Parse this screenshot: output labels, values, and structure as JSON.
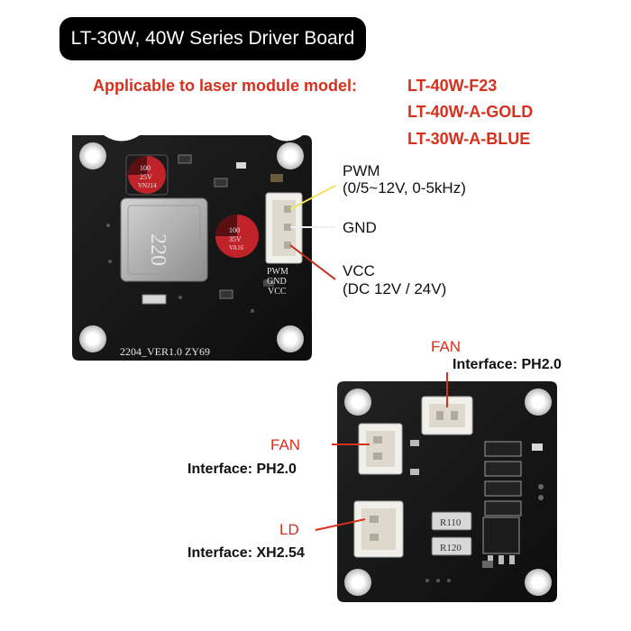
{
  "title": "LT-30W, 40W Series Driver Board",
  "applicable": {
    "prefix": "Applicable to laser module model:",
    "models": [
      "LT-40W-F23",
      "LT-40W-A-GOLD",
      "LT-30W-A-BLUE"
    ]
  },
  "front_labels": {
    "pwm": {
      "name": "PWM",
      "spec": "(0/5~12V, 0-5kHz)"
    },
    "gnd": {
      "name": "GND"
    },
    "vcc": {
      "name": "VCC",
      "spec": "(DC 12V / 24V)"
    }
  },
  "front_silk": {
    "board_code": "2204_VER1.0 ZY69",
    "inductor": "220",
    "cap1": [
      "100",
      "25V",
      "VN214"
    ],
    "cap2": [
      "100",
      "35V",
      "VA16"
    ],
    "pins": [
      "PWM",
      "GND",
      "VCC"
    ]
  },
  "back_labels": {
    "fan_top": {
      "name": "FAN",
      "interface": "Interface: PH2.0"
    },
    "fan_left": {
      "name": "FAN",
      "interface": "Interface: PH2.0"
    },
    "ld": {
      "name": "LD",
      "interface": "Interface: XH2.54"
    }
  },
  "back_silk": {
    "r1": "R110",
    "r2": "R120"
  },
  "colors": {
    "accent_red": "#d6301e",
    "pwm_wire": "#f2e25a",
    "gnd_wire": "#ffffff",
    "vcc_wire": "#c4281a"
  }
}
